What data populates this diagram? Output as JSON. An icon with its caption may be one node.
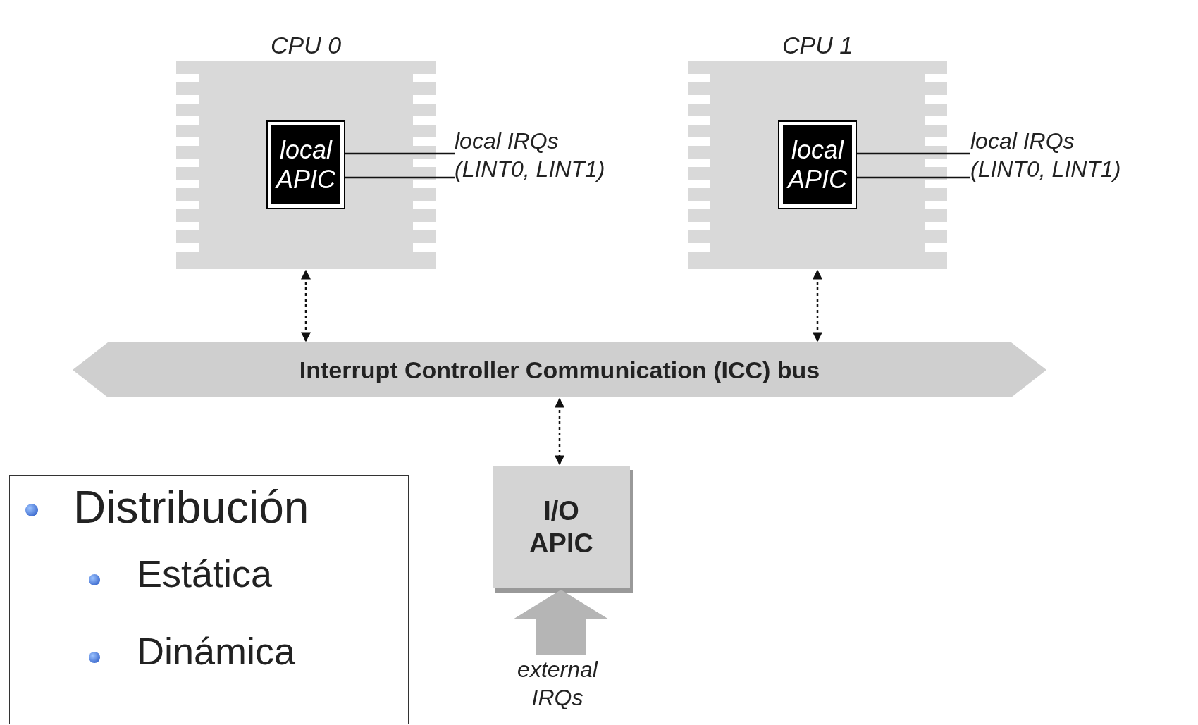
{
  "diagram": {
    "nodes": [
      {
        "text": [
          "CPU 0"
        ]
      },
      {
        "text": [
          "local APIC"
        ],
        "in": 0
      },
      {
        "text": [
          "local IRQs (LINT0, LINT1)"
        ]
      },
      {
        "text": [
          "CPU 1"
        ]
      },
      {
        "text": [
          "local APIC"
        ],
        "in": 3
      },
      {
        "text": [
          "local IRQs (LINT0, LINT1)"
        ]
      },
      {
        "text": [
          "Interrupt Controller Communication (ICC) bus"
        ]
      },
      {
        "text": [
          "I/O APIC"
        ]
      },
      {
        "text": [
          "external IRQs"
        ]
      },
      {
        "text": [
          "Distribución",
          "Estática",
          "Dinámica"
        ]
      }
    ],
    "edges": [
      {
        "from": 2,
        "to": 1,
        "arrow": "none"
      },
      {
        "from": 2,
        "to": 1,
        "arrow": "none"
      },
      {
        "from": 5,
        "to": 4,
        "arrow": "none"
      },
      {
        "from": 5,
        "to": 4,
        "arrow": "none"
      },
      {
        "from": 0,
        "to": 6,
        "arrow": "both",
        "style": "dashed"
      },
      {
        "from": 3,
        "to": 6,
        "arrow": "both",
        "style": "dashed"
      },
      {
        "from": 6,
        "to": 7,
        "arrow": "both",
        "style": "dashed"
      },
      {
        "from": 8,
        "to": 7,
        "arrow": "to",
        "style": "thick",
        "color": "#b5b5b5"
      }
    ]
  }
}
